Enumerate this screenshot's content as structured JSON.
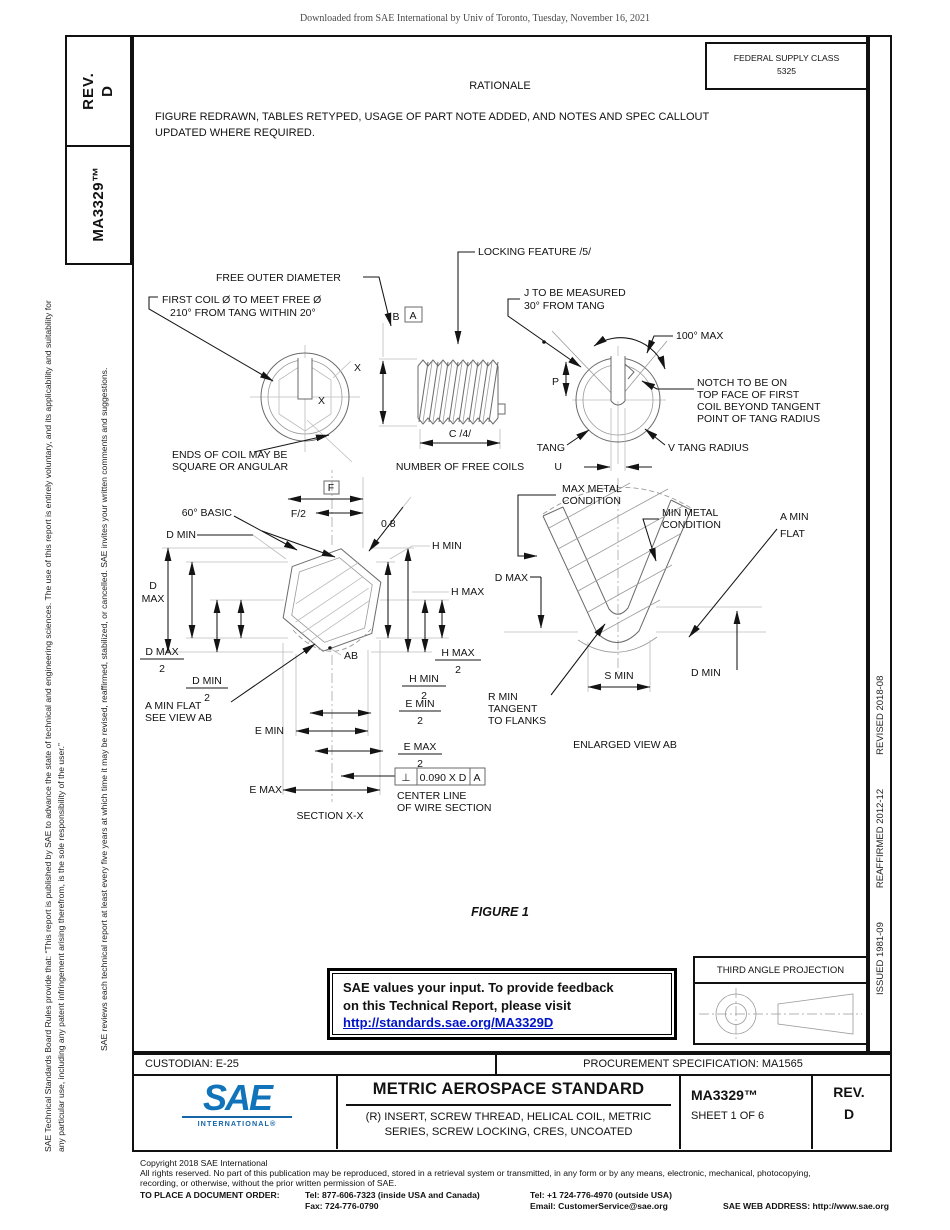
{
  "page": {
    "watermark": "Downloaded from SAE International by Univ of Toronto, Tuesday, November 16, 2021"
  },
  "left_margin": {
    "disclaimer_1": "SAE Technical Standards Board Rules provide that: “This report is published by SAE to advance the state of technical and engineering sciences. The use of this report is entirely voluntary, and its applicability and suitability for any particular use, including any patent infringement arising therefrom, is the sole responsibility of the user.”",
    "disclaimer_2": "SAE reviews each technical report at least every five years at which time it may be revised, reaffirmed, stabilized, or cancelled. SAE invites your written comments and suggestions."
  },
  "left_tabs": {
    "rev_line1": "REV.",
    "rev_line2": "D",
    "doc_number": "MA3329™"
  },
  "right_margin": {
    "issued": "ISSUED 1981-09",
    "reaffirmed": "REAFFIRMED 2012-12",
    "revised": "REVISED 2018-08"
  },
  "header": {
    "fsc_label": "FEDERAL SUPPLY CLASS",
    "fsc_value": "5325",
    "rationale_title": "RATIONALE",
    "rationale_body": "FIGURE REDRAWN, TABLES RETYPED, USAGE OF PART NOTE ADDED, AND NOTES AND SPEC CALLOUT UPDATED WHERE REQUIRED."
  },
  "figure": {
    "caption": "FIGURE 1",
    "labels": {
      "locking": "LOCKING FEATURE /5/",
      "fod": "FREE OUTER DIAMETER",
      "fc1": "FIRST COIL Ø TO MEET FREE Ø",
      "fc2": "210° FROM TANG WITHIN 20°",
      "j1": "J TO BE MEASURED",
      "j2": "30° FROM TANG",
      "deg100": "100° MAX",
      "notch1": "NOTCH TO BE ON",
      "notch2": "TOP FACE OF FIRST",
      "notch3": "COIL BEYOND TANGENT",
      "notch4": "POINT OF TANG RADIUS",
      "ends1": "ENDS OF COIL MAY BE",
      "ends2": "SQUARE OR ANGULAR",
      "b": "B",
      "a": "A",
      "x": "X",
      "c4": "C /4/",
      "nfc": "NUMBER OF FREE COILS",
      "tang": "TANG",
      "u": "U",
      "p": "P",
      "vtr": "V TANG RADIUS",
      "f": "F",
      "f2": "F/2",
      "basic60": "60° BASIC",
      "chamfer": "0.8",
      "d": "D",
      "max": "MAX",
      "dmin": "D MIN",
      "dmax": "D MAX",
      "hmin": "H MIN",
      "hmax": "H MAX",
      "two": "2",
      "emin": "E MIN",
      "emax": "E MAX",
      "amf1": "A MIN FLAT",
      "amf2": "SEE VIEW AB",
      "ab": "AB",
      "fcf_sym": "⊥",
      "fcf_tol": "0.090 X D",
      "cl1": "CENTER LINE",
      "cl2": "OF WIRE SECTION",
      "sxx": "SECTION X-X",
      "maxmetal": "MAX METAL",
      "minmetal": "MIN METAL",
      "condition": "CONDITION",
      "amin1": "A MIN",
      "amin2": "FLAT",
      "smin": "S MIN",
      "rmin1": "R MIN",
      "rmin2": "TANGENT",
      "rmin3": "TO FLANKS",
      "ev": "ENLARGED VIEW AB"
    }
  },
  "feedback": {
    "line1": "SAE values your input. To provide feedback",
    "line2": "on this Technical Report, please visit",
    "link": "http://standards.sae.org/MA3329D"
  },
  "projection": {
    "title": "THIRD ANGLE PROJECTION"
  },
  "title_block": {
    "custodian": "CUSTODIAN: E-25",
    "procurement": "PROCUREMENT SPECIFICATION: MA1565",
    "logo_main": "SAE",
    "logo_sub": "INTERNATIONAL®",
    "standard_heading": "METRIC AEROSPACE STANDARD",
    "title_line1": "(R) INSERT, SCREW THREAD, HELICAL COIL, METRIC",
    "title_line2": "SERIES, SCREW LOCKING, CRES, UNCOATED",
    "doc_number": "MA3329™",
    "sheet": "SHEET 1 OF 6",
    "rev_label": "REV.",
    "rev_value": "D"
  },
  "footer": {
    "copyright": "Copyright 2018 SAE International",
    "rights_line1": "All rights reserved. No part of this publication may be reproduced, stored in a retrieval system or transmitted, in any form or by any means, electronic, mechanical, photocopying,",
    "rights_line2": "recording, or otherwise, without the prior written permission of SAE.",
    "order_label": "TO PLACE A DOCUMENT ORDER:",
    "tel_inside": "Tel: 877-606-7323 (inside USA and Canada)",
    "tel_outside": "Tel: +1 724-776-4970 (outside USA)",
    "fax": "Fax: 724-776-0790",
    "email": "Email: CustomerService@sae.org",
    "web": "SAE WEB ADDRESS: http://www.sae.org"
  }
}
